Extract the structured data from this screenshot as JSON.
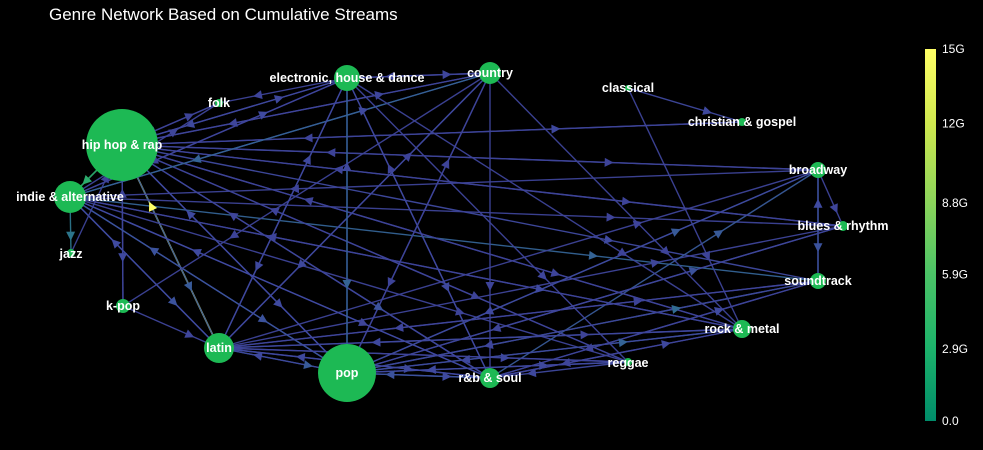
{
  "chart_data": {
    "type": "network",
    "title": "Genre Network Based on Cumulative Streams",
    "colorscale": {
      "name": "Viridis-like (green to yellow)",
      "stops": [
        "#008c6a",
        "#1db36b",
        "#4cc366",
        "#8fd55a",
        "#cfe84f",
        "#ffff66"
      ],
      "range": [
        0,
        15
      ],
      "tick_labels": [
        "15G",
        "12G",
        "8.8G",
        "5.9G",
        "2.9G",
        "0.0"
      ],
      "tick_values": [
        15,
        12,
        8.8,
        5.9,
        2.9,
        0
      ]
    },
    "node_color": "#1db954",
    "nodes": [
      {
        "id": "hip hop & rap"
      },
      {
        "id": "indie & alternative"
      },
      {
        "id": "jazz"
      },
      {
        "id": "k-pop"
      },
      {
        "id": "latin"
      },
      {
        "id": "pop"
      },
      {
        "id": "r&b & soul"
      },
      {
        "id": "reggae"
      },
      {
        "id": "rock & metal"
      },
      {
        "id": "soundtrack"
      },
      {
        "id": "blues & rhythm"
      },
      {
        "id": "broadway"
      },
      {
        "id": "christian & gospel"
      },
      {
        "id": "classical"
      },
      {
        "id": "country"
      },
      {
        "id": "electronic, house & dance"
      },
      {
        "id": "folk"
      }
    ],
    "edges": [
      {
        "source": "latin",
        "target": "hip hop & rap",
        "value": 15.0
      },
      {
        "source": "hip hop & rap",
        "target": "indie & alternative",
        "value": 4.0
      },
      {
        "source": "hip hop & rap",
        "target": "k-pop",
        "value": 0.5
      },
      {
        "source": "hip hop & rap",
        "target": "latin",
        "value": 0.8
      },
      {
        "source": "hip hop & rap",
        "target": "pop",
        "value": 0.6
      },
      {
        "source": "hip hop & rap",
        "target": "r&b & soul",
        "value": 0.7
      },
      {
        "source": "hip hop & rap",
        "target": "reggae",
        "value": 0.3
      },
      {
        "source": "hip hop & rap",
        "target": "rock & metal",
        "value": 0.3
      },
      {
        "source": "hip hop & rap",
        "target": "soundtrack",
        "value": 0.6
      },
      {
        "source": "hip hop & rap",
        "target": "blues & rhythm",
        "value": 0.3
      },
      {
        "source": "hip hop & rap",
        "target": "broadway",
        "value": 0.3
      },
      {
        "source": "hip hop & rap",
        "target": "christian & gospel",
        "value": 0.5
      },
      {
        "source": "hip hop & rap",
        "target": "country",
        "value": 0.4
      },
      {
        "source": "hip hop & rap",
        "target": "electronic, house & dance",
        "value": 0.5
      },
      {
        "source": "hip hop & rap",
        "target": "folk",
        "value": 0.3
      },
      {
        "source": "indie & alternative",
        "target": "jazz",
        "value": 1.2
      },
      {
        "source": "indie & alternative",
        "target": "latin",
        "value": 0.7
      },
      {
        "source": "indie & alternative",
        "target": "pop",
        "value": 0.7
      },
      {
        "source": "indie & alternative",
        "target": "r&b & soul",
        "value": 0.4
      },
      {
        "source": "indie & alternative",
        "target": "rock & metal",
        "value": 0.6
      },
      {
        "source": "indie & alternative",
        "target": "reggae",
        "value": 0.3
      },
      {
        "source": "indie & alternative",
        "target": "soundtrack",
        "value": 0.9
      },
      {
        "source": "indie & alternative",
        "target": "blues & rhythm",
        "value": 0.3
      },
      {
        "source": "indie & alternative",
        "target": "folk",
        "value": 0.4
      },
      {
        "source": "indie & alternative",
        "target": "electronic, house & dance",
        "value": 0.6
      },
      {
        "source": "indie & alternative",
        "target": "country",
        "value": 0.6
      },
      {
        "source": "k-pop",
        "target": "hip hop & rap",
        "value": 0.3
      },
      {
        "source": "k-pop",
        "target": "latin",
        "value": 0.4
      },
      {
        "source": "latin",
        "target": "indie & alternative",
        "value": 0.6
      },
      {
        "source": "latin",
        "target": "pop",
        "value": 0.8
      },
      {
        "source": "latin",
        "target": "r&b & soul",
        "value": 0.5
      },
      {
        "source": "latin",
        "target": "reggae",
        "value": 0.5
      },
      {
        "source": "latin",
        "target": "rock & metal",
        "value": 0.3
      },
      {
        "source": "latin",
        "target": "soundtrack",
        "value": 0.3
      },
      {
        "source": "latin",
        "target": "blues & rhythm",
        "value": 0.4
      },
      {
        "source": "latin",
        "target": "broadway",
        "value": 0.3
      },
      {
        "source": "latin",
        "target": "electronic, house & dance",
        "value": 0.5
      },
      {
        "source": "latin",
        "target": "country",
        "value": 0.3
      },
      {
        "source": "pop",
        "target": "hip hop & rap",
        "value": 0.6
      },
      {
        "source": "pop",
        "target": "latin",
        "value": 0.5
      },
      {
        "source": "pop",
        "target": "r&b & soul",
        "value": 0.6
      },
      {
        "source": "pop",
        "target": "reggae",
        "value": 0.5
      },
      {
        "source": "pop",
        "target": "rock & metal",
        "value": 0.9
      },
      {
        "source": "pop",
        "target": "soundtrack",
        "value": 1.0
      },
      {
        "source": "pop",
        "target": "blues & rhythm",
        "value": 0.7
      },
      {
        "source": "pop",
        "target": "broadway",
        "value": 0.8
      },
      {
        "source": "pop",
        "target": "electronic, house & dance",
        "value": 0.5
      },
      {
        "source": "pop",
        "target": "indie & alternative",
        "value": 0.7
      },
      {
        "source": "pop",
        "target": "country",
        "value": 0.3
      },
      {
        "source": "r&b & soul",
        "target": "pop",
        "value": 0.7
      },
      {
        "source": "r&b & soul",
        "target": "latin",
        "value": 0.5
      },
      {
        "source": "r&b & soul",
        "target": "rock & metal",
        "value": 0.5
      },
      {
        "source": "r&b & soul",
        "target": "soundtrack",
        "value": 0.6
      },
      {
        "source": "r&b & soul",
        "target": "broadway",
        "value": 0.8
      },
      {
        "source": "r&b & soul",
        "target": "hip hop & rap",
        "value": 0.4
      },
      {
        "source": "r&b & soul",
        "target": "electronic, house & dance",
        "value": 0.3
      },
      {
        "source": "r&b & soul",
        "target": "indie & alternative",
        "value": 0.6
      },
      {
        "source": "reggae",
        "target": "pop",
        "value": 0.6
      },
      {
        "source": "reggae",
        "target": "r&b & soul",
        "value": 0.5
      },
      {
        "source": "reggae",
        "target": "latin",
        "value": 0.4
      },
      {
        "source": "reggae",
        "target": "hip hop & rap",
        "value": 0.3
      },
      {
        "source": "rock & metal",
        "target": "pop",
        "value": 0.5
      },
      {
        "source": "rock & metal",
        "target": "r&b & soul",
        "value": 0.4
      },
      {
        "source": "rock & metal",
        "target": "latin",
        "value": 0.5
      },
      {
        "source": "rock & metal",
        "target": "hip hop & rap",
        "value": 0.3
      },
      {
        "source": "rock & metal",
        "target": "indie & alternative",
        "value": 0.3
      },
      {
        "source": "soundtrack",
        "target": "broadway",
        "value": 0.6
      },
      {
        "source": "soundtrack",
        "target": "pop",
        "value": 0.4
      },
      {
        "source": "soundtrack",
        "target": "r&b & soul",
        "value": 0.3
      },
      {
        "source": "soundtrack",
        "target": "latin",
        "value": 0.4
      },
      {
        "source": "broadway",
        "target": "soundtrack",
        "value": 0.7
      },
      {
        "source": "broadway",
        "target": "blues & rhythm",
        "value": 0.4
      },
      {
        "source": "broadway",
        "target": "pop",
        "value": 0.5
      },
      {
        "source": "broadway",
        "target": "hip hop & rap",
        "value": 0.3
      },
      {
        "source": "broadway",
        "target": "indie & alternative",
        "value": 0.3
      },
      {
        "source": "blues & rhythm",
        "target": "pop",
        "value": 0.4
      },
      {
        "source": "blues & rhythm",
        "target": "hip hop & rap",
        "value": 0.3
      },
      {
        "source": "christian & gospel",
        "target": "hip hop & rap",
        "value": 0.3
      },
      {
        "source": "classical",
        "target": "christian & gospel",
        "value": 0.5
      },
      {
        "source": "classical",
        "target": "rock & metal",
        "value": 0.3
      },
      {
        "source": "country",
        "target": "pop",
        "value": 0.3
      },
      {
        "source": "country",
        "target": "r&b & soul",
        "value": 0.3
      },
      {
        "source": "country",
        "target": "rock & metal",
        "value": 0.3
      },
      {
        "source": "country",
        "target": "hip hop & rap",
        "value": 0.4
      },
      {
        "source": "country",
        "target": "k-pop",
        "value": 0.3
      },
      {
        "source": "country",
        "target": "indie & alternative",
        "value": 0.9
      },
      {
        "source": "country",
        "target": "electronic, house & dance",
        "value": 0.4
      },
      {
        "source": "country",
        "target": "latin",
        "value": 0.5
      },
      {
        "source": "electronic, house & dance",
        "target": "pop",
        "value": 0.9
      },
      {
        "source": "electronic, house & dance",
        "target": "r&b & soul",
        "value": 0.5
      },
      {
        "source": "electronic, house & dance",
        "target": "rock & metal",
        "value": 0.3
      },
      {
        "source": "electronic, house & dance",
        "target": "hip hop & rap",
        "value": 0.5
      },
      {
        "source": "electronic, house & dance",
        "target": "indie & alternative",
        "value": 0.4
      },
      {
        "source": "electronic, house & dance",
        "target": "latin",
        "value": 0.5
      },
      {
        "source": "electronic, house & dance",
        "target": "country",
        "value": 0.4
      },
      {
        "source": "electronic, house & dance",
        "target": "folk",
        "value": 0.3
      },
      {
        "source": "electronic, house & dance",
        "target": "reggae",
        "value": 0.4
      },
      {
        "source": "folk",
        "target": "hip hop & rap",
        "value": 0.3
      },
      {
        "source": "jazz",
        "target": "hip hop & rap",
        "value": 0.3
      }
    ]
  }
}
